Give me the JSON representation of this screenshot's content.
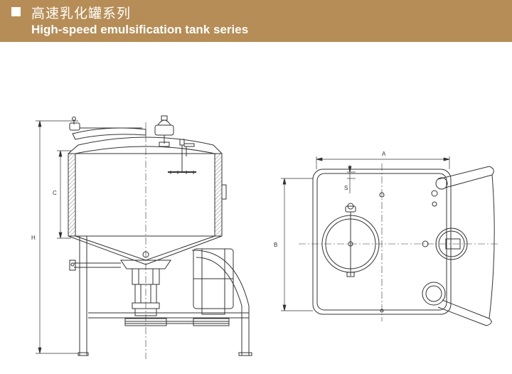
{
  "header": {
    "title_cn": "高速乳化罐系列",
    "title_en": "High-speed emulsification tank series",
    "bg_color": "#b68d56",
    "text_color": "#ffffff",
    "bullet_icon": "square-bullet-icon"
  },
  "dimensions": {
    "height_label": "H",
    "cylinder_label": "C",
    "width_label": "A",
    "depth_label": "B",
    "offset_label": "S"
  }
}
